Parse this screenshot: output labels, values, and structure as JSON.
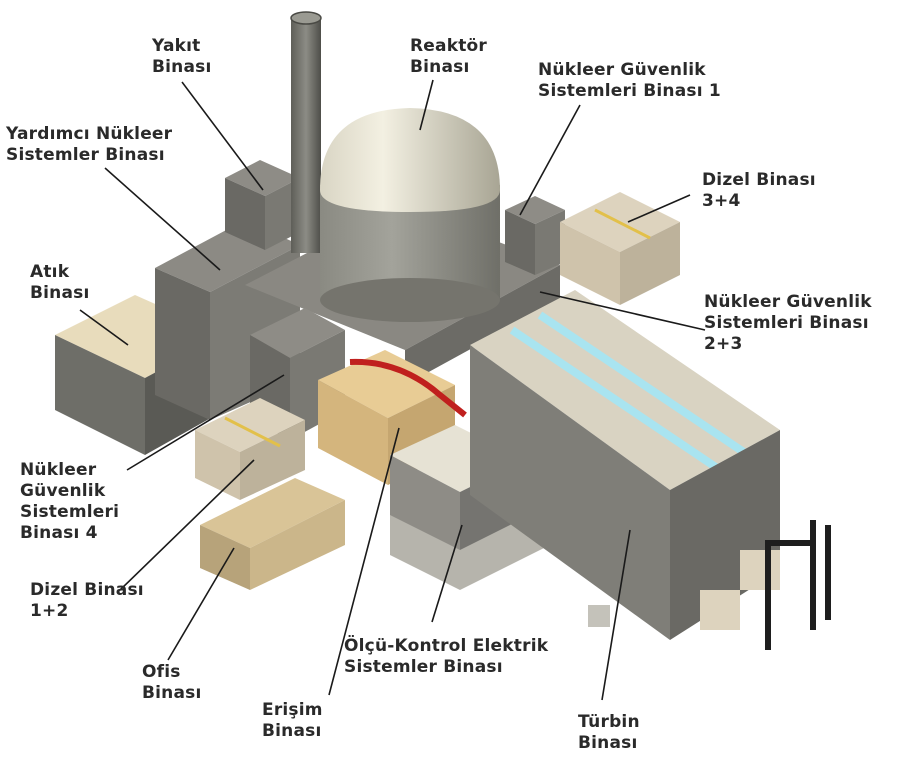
{
  "labels": {
    "yakit": [
      "Yakıt",
      "Binası"
    ],
    "reaktor": [
      "Reaktör",
      "Binası"
    ],
    "ngsb1": [
      "Nükleer Güvenlik",
      "Sistemleri Binası  1"
    ],
    "yardimci": [
      "Yardımcı Nükleer",
      "Sistemler Binası"
    ],
    "dizel34": [
      "Dizel Binası",
      "3+4"
    ],
    "atik": [
      "Atık",
      "Binası"
    ],
    "ngsb23": [
      "Nükleer Güvenlik",
      "Sistemleri  Binası",
      "2+3"
    ],
    "ngsb4": [
      "Nükleer",
      "Güvenlik",
      "Sistemleri",
      "Binası 4"
    ],
    "dizel12": [
      "Dizel Binası",
      "1+2"
    ],
    "ofis": [
      "Ofis",
      "Binası"
    ],
    "olcu": [
      "Ölçü-Kontrol Elektrik",
      "Sistemler Binası"
    ],
    "erisim": [
      "Erişim",
      "Binası"
    ],
    "turbin": [
      "Türbin",
      "Binası"
    ]
  }
}
